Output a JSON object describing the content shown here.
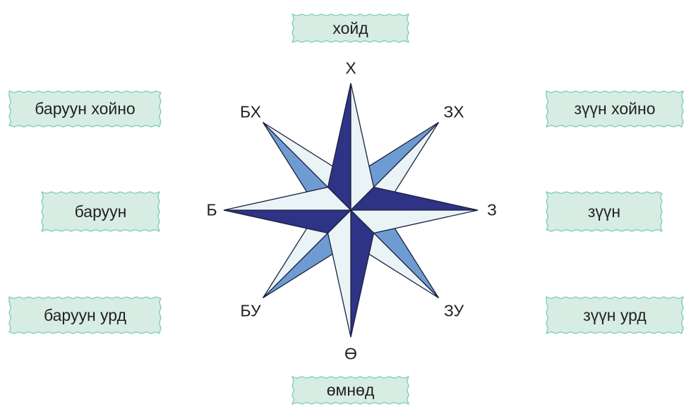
{
  "colors": {
    "dark": "#2e3386",
    "light": "#eaf4f7",
    "mid": "#6e9bd2",
    "outline": "#1d1f3f",
    "box_fill": "#d7ede4",
    "box_border": "#7fcdbd",
    "text": "#231f20"
  },
  "directions": {
    "north": "хойд",
    "south": "өмнөд",
    "west": "баруун",
    "east": "зүүн",
    "northwest": "баруун хойно",
    "northeast": "зүүн хойно",
    "southwest": "баруун урд",
    "southeast": "зүүн урд"
  },
  "abbreviations": {
    "north": "Х",
    "south": "Ө",
    "west": "Б",
    "east": "З",
    "northwest": "БХ",
    "northeast": "ЗХ",
    "southwest": "БУ",
    "southeast": "ЗУ"
  }
}
